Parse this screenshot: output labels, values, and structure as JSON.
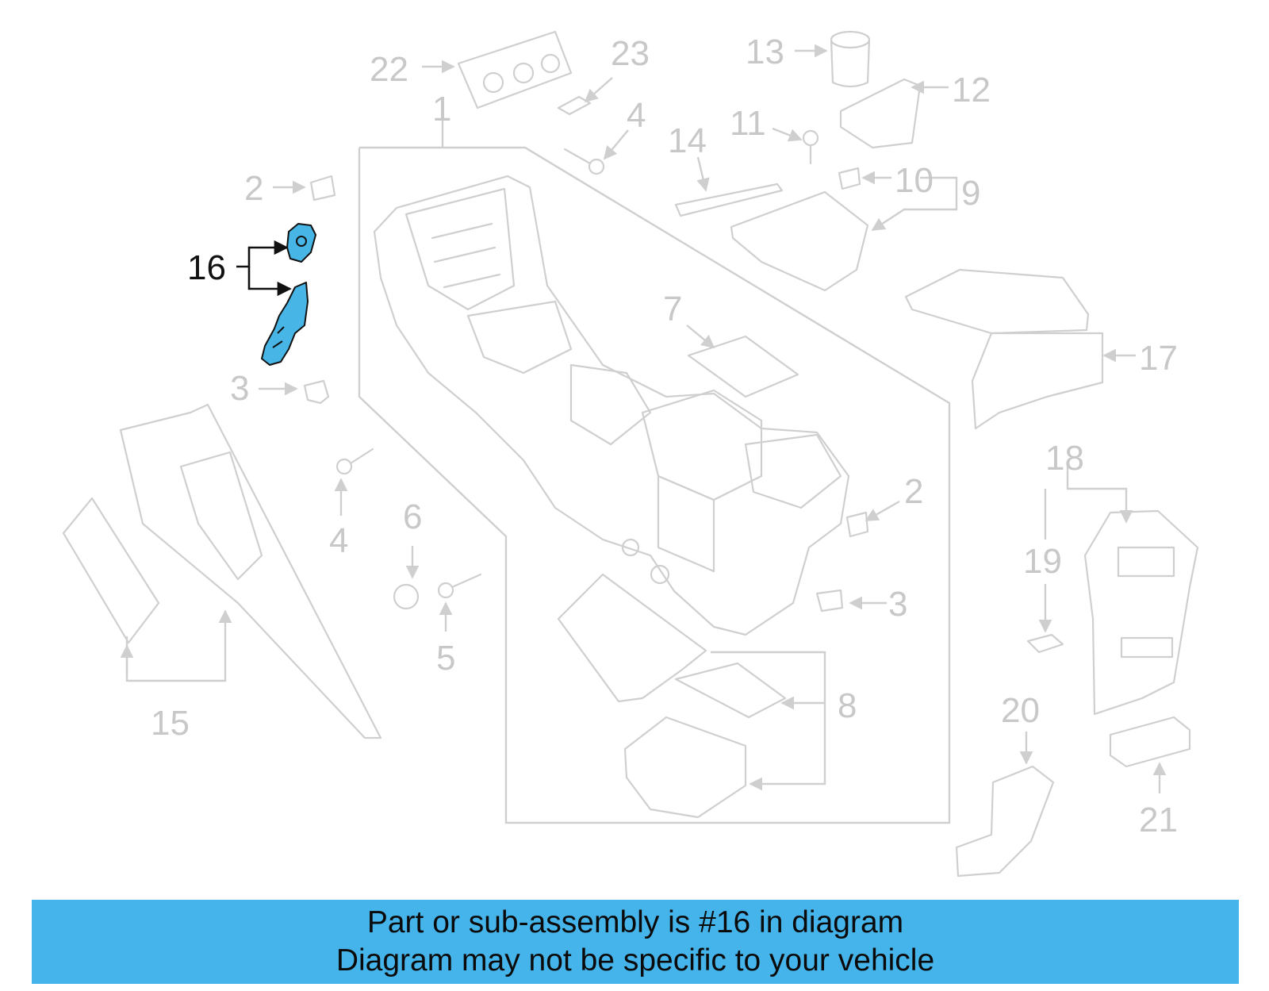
{
  "accent_color": "#45b4ea",
  "highlight_color": "#47b6e6",
  "highlighted_part": "16",
  "callouts": {
    "c1": "1",
    "c2a": "2",
    "c2b": "2",
    "c3a": "3",
    "c3b": "3",
    "c4a": "4",
    "c4b": "4",
    "c5": "5",
    "c6": "6",
    "c7": "7",
    "c8": "8",
    "c9": "9",
    "c10": "10",
    "c11": "11",
    "c12": "12",
    "c13": "13",
    "c14": "14",
    "c15": "15",
    "c16": "16",
    "c17": "17",
    "c18": "18",
    "c19": "19",
    "c20": "20",
    "c21": "21",
    "c22": "22",
    "c23": "23"
  },
  "banner": {
    "line1": "Part or sub-assembly is #16 in diagram",
    "line2": "Diagram may not be specific to your vehicle"
  }
}
